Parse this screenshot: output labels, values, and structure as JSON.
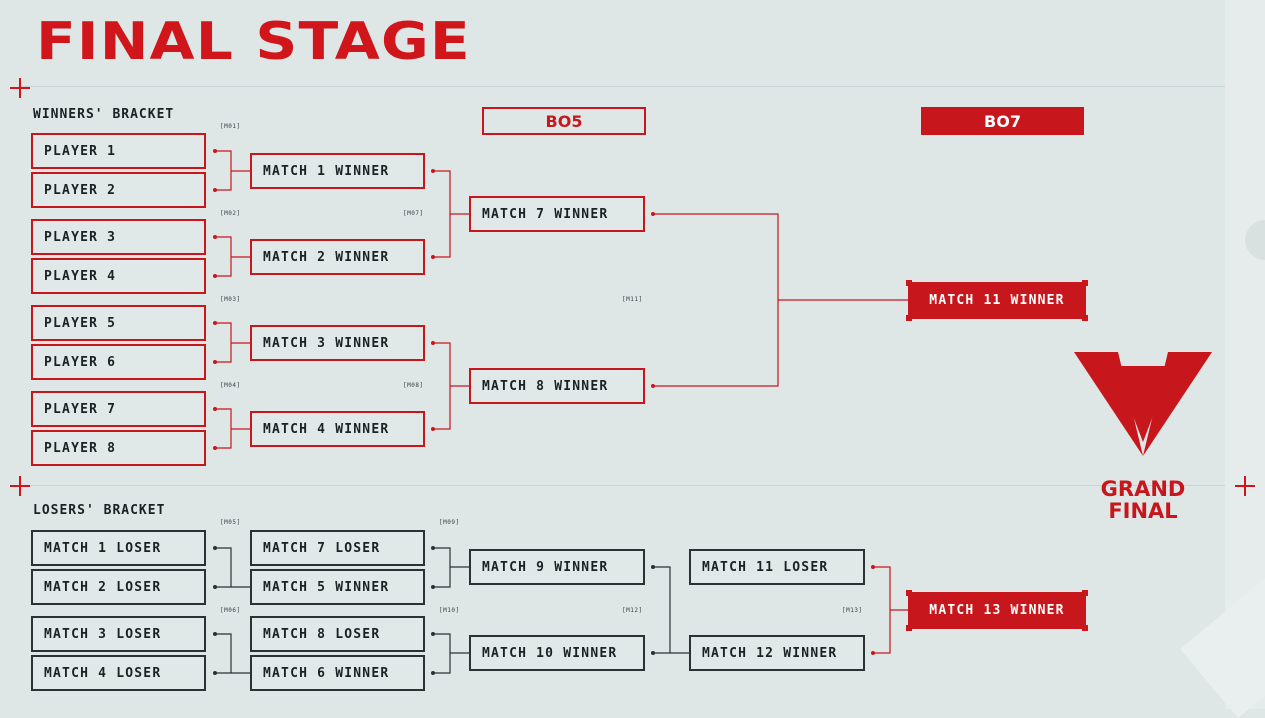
{
  "title": "FINAL STAGE",
  "winners_label": "WINNERS' BRACKET",
  "losers_label": "LOSERS' BRACKET",
  "format_bo5": "BO5",
  "format_bo7": "BO7",
  "grand_final": "GRAND FINAL",
  "accent_color": "#c8171c",
  "match_tags": {
    "m01": "[M01]",
    "m02": "[M02]",
    "m03": "[M03]",
    "m04": "[M04]",
    "m05": "[M05]",
    "m06": "[M06]",
    "m07": "[M07]",
    "m08": "[M08]",
    "m09": "[M09]",
    "m10": "[M10]",
    "m11": "[M11]",
    "m12": "[M12]",
    "m13": "[M13]"
  },
  "winners": {
    "players": [
      "PLAYER 1",
      "PLAYER 2",
      "PLAYER 3",
      "PLAYER 4",
      "PLAYER 5",
      "PLAYER 6",
      "PLAYER 7",
      "PLAYER 8"
    ],
    "round2": [
      "MATCH 1 WINNER",
      "MATCH 2 WINNER",
      "MATCH 3 WINNER",
      "MATCH 4 WINNER"
    ],
    "round3": [
      "MATCH 7 WINNER",
      "MATCH 8 WINNER"
    ],
    "final": "MATCH 11 WINNER"
  },
  "losers": {
    "round1": [
      "MATCH 1 LOSER",
      "MATCH 2 LOSER",
      "MATCH 3 LOSER",
      "MATCH 4 LOSER"
    ],
    "round2": [
      "MATCH 7 LOSER",
      "MATCH 5 WINNER",
      "MATCH 8 LOSER",
      "MATCH 6 WINNER"
    ],
    "round3": [
      "MATCH 9 WINNER",
      "MATCH 10 WINNER"
    ],
    "round4": [
      "MATCH 11 LOSER",
      "MATCH 12 WINNER"
    ],
    "final": "MATCH 13 WINNER"
  }
}
